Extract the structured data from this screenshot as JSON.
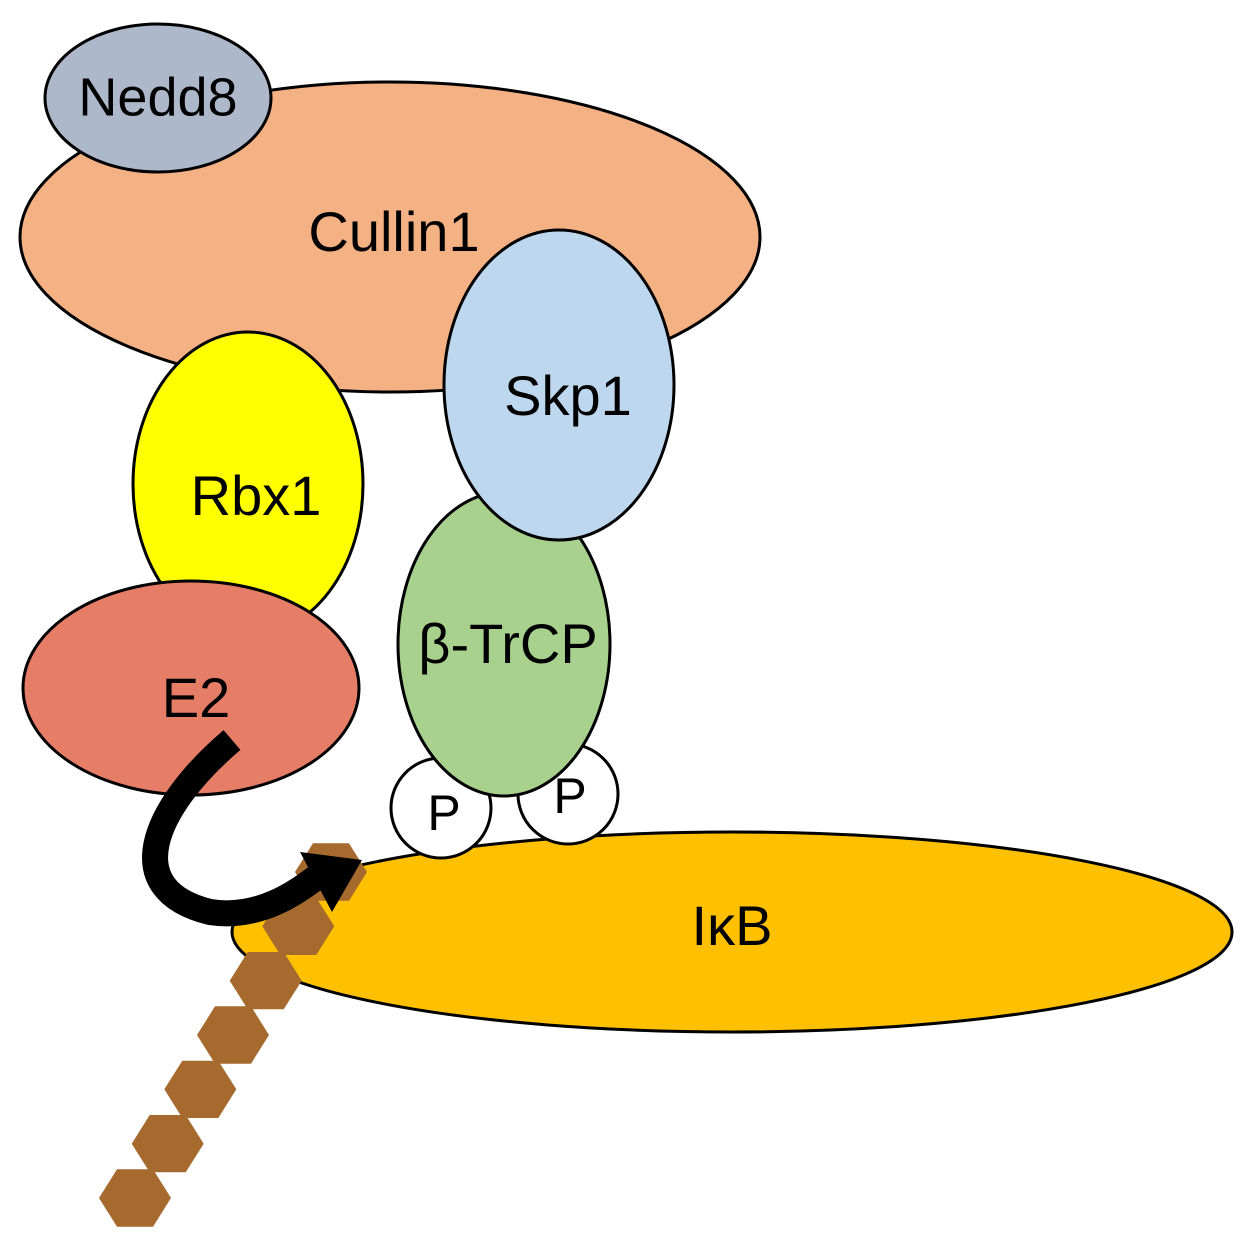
{
  "diagram": {
    "colors": {
      "cullin1": "#F4B183",
      "nedd8": "#ADB9CA",
      "skp1": "#BDD7EE",
      "rbx1": "#FFFF00",
      "btrcp": "#A9D18E",
      "e2": "#E67D67",
      "ikb": "#FFC000",
      "phospho": "#FFFFFF",
      "ubiquitin": "#A66A2E",
      "arrow": "#000000"
    },
    "labels": {
      "cullin1": "Cullin1",
      "nedd8": "Nedd8",
      "skp1": "Skp1",
      "rbx1": "Rbx1",
      "btrcp": "β-TrCP",
      "e2": "E2",
      "ikb": "IκB",
      "phospho_left": "P",
      "phospho_right": "P"
    },
    "ubiquitin_chain": {
      "icon": "hexagon",
      "count": 7
    },
    "arrow_icon": "curved-arrow"
  }
}
